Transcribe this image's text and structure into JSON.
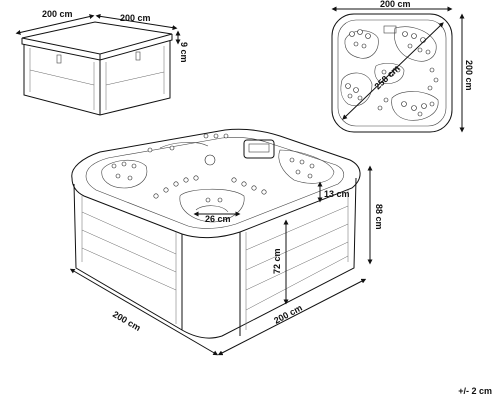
{
  "dimensions": {
    "small_width_1": "200 cm",
    "small_width_2": "200 cm",
    "small_height": "9 cm",
    "top_width": "200 cm",
    "top_height": "200 cm",
    "top_diagonal": "258 cm",
    "main_width_1": "200 cm",
    "main_width_2": "200 cm",
    "main_height": "88 cm",
    "inner_depth": "72 cm",
    "step_height": "13 cm",
    "seat_width": "26 cm"
  },
  "tolerance": "+/- 2 cm",
  "colors": {
    "line": "#111111",
    "background": "#ffffff"
  }
}
